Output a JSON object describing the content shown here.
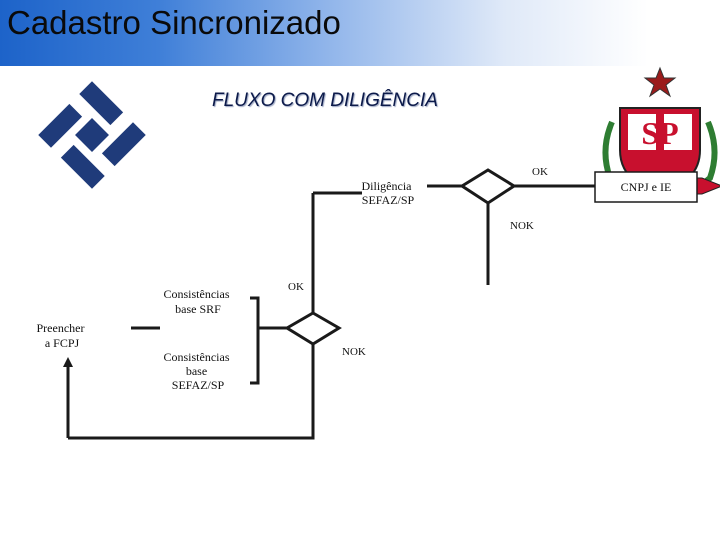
{
  "header": {
    "title": "Cadastro Sincronizado"
  },
  "diagram": {
    "subtitle": "FLUXO COM DILIGÊNCIA",
    "logos": {
      "left": "receita-federal-logo",
      "right": "sao-paulo-coat-of-arms",
      "right_text": "SP"
    },
    "nodes": {
      "diligencia": [
        "Diligência",
        "SEFAZ/SP"
      ],
      "cnpj_ie": "CNPJ e IE",
      "consist_srf": [
        "Consistências",
        "base SRF"
      ],
      "consist_sefaz": [
        "Consistências",
        "base",
        "SEFAZ/SP"
      ],
      "preencher": [
        "Preencher",
        "a FCPJ"
      ]
    },
    "edge_labels": {
      "ok_top": "OK",
      "nok_top": "NOK",
      "ok_mid": "OK",
      "nok_mid": "NOK"
    },
    "colors": {
      "line": "#1a1a1a",
      "logo_blue": "#1f3b7a",
      "sp_red": "#c8102e"
    }
  }
}
